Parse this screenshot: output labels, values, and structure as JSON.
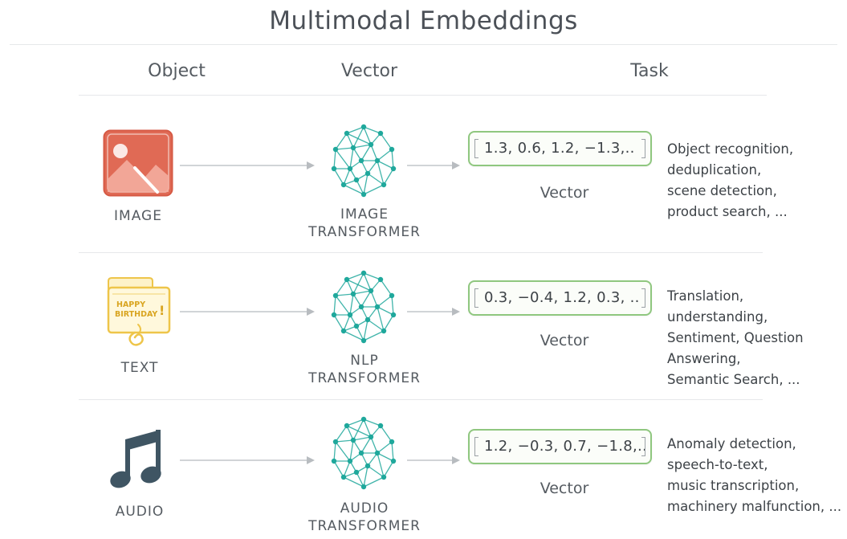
{
  "title": "Multimodal Embeddings",
  "columns": {
    "object": "Object",
    "vector": "Vector",
    "task": "Task"
  },
  "rows": [
    {
      "object_label": "IMAGE",
      "transformer_line1": "IMAGE",
      "transformer_line2": "TRANSFORMER",
      "vector_text": "1.3,  0.6,  1.2,  −1.3,..",
      "vector_caption": "Vector",
      "tasks": [
        "Object recognition,",
        "deduplication,",
        "scene detection,",
        "product search, ..."
      ],
      "icon": "image-icon"
    },
    {
      "object_label": "TEXT",
      "transformer_line1": "NLP",
      "transformer_line2": "TRANSFORMER",
      "vector_text": "0.3,  −0.4, 1.2, 0.3, ..",
      "vector_caption": "Vector",
      "tasks": [
        "Translation,",
        "understanding,",
        "Sentiment, Question",
        "Answering,",
        "Semantic Search, ..."
      ],
      "icon": "birthday-card-icon",
      "card_text_1": "HAPPY",
      "card_text_2": "BIRTHDAY",
      "card_text_3": "!"
    },
    {
      "object_label": "AUDIO",
      "transformer_line1": "AUDIO",
      "transformer_line2": "TRANSFORMER",
      "vector_text": "1.2, −0.3, 0.7, −1.8,..",
      "vector_caption": "Vector",
      "tasks": [
        "Anomaly detection,",
        "speech-to-text,",
        "music transcription,",
        "machinery malfunction, ..."
      ],
      "icon": "music-note-icon"
    }
  ],
  "colors": {
    "image_icon": "#e06a55",
    "text_icon": "#f2c94c",
    "audio_icon": "#3f5563",
    "network": "#1fa89c",
    "vector_border": "#8fc77f",
    "arrow": "#b8bcc0"
  }
}
